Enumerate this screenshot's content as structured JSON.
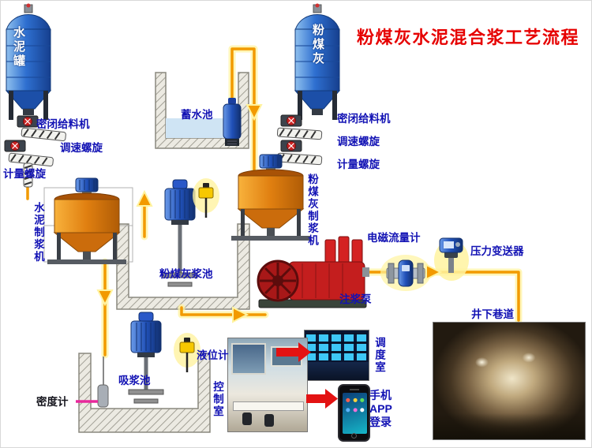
{
  "title": "粉煤灰水泥混合浆工艺流程",
  "colors": {
    "title_red": "#e60000",
    "label_blue": "#1212b4",
    "pipe_orange": "#f29a00",
    "pipe_glow": "#fff3a0",
    "silo_blue": "#2e6fd0",
    "mixer_orange": "#e07f10",
    "pump_red": "#c41e1e",
    "arrow_red": "#e31212",
    "density_magenta": "#e8289c"
  },
  "labels": {
    "cement_tank": "水泥罐",
    "flyash_tank": "粉煤灰",
    "sealed_feeder_left": "密闭给料机",
    "speed_screw_left": "调速螺旋",
    "meter_screw_left": "计量螺旋",
    "cement_mixer": "水泥制浆机",
    "water_pool": "蓄水池",
    "sealed_feeder_right": "密闭给料机",
    "speed_screw_right": "调速螺旋",
    "meter_screw_right": "计量螺旋",
    "flyash_mixer": "粉煤灰制浆机",
    "flyash_pool": "粉煤灰浆池",
    "flow_meter": "电磁流量计",
    "pressure_transmitter": "压力变送器",
    "grout_pump": "注浆泵",
    "tunnel": "井下巷道",
    "level_meter": "液位计",
    "suction_pool": "吸浆池",
    "density_meter": "密度计",
    "control_room": "控制室",
    "dispatch_room": "调度室",
    "phone_app": "手机\nAPP\n登录"
  }
}
